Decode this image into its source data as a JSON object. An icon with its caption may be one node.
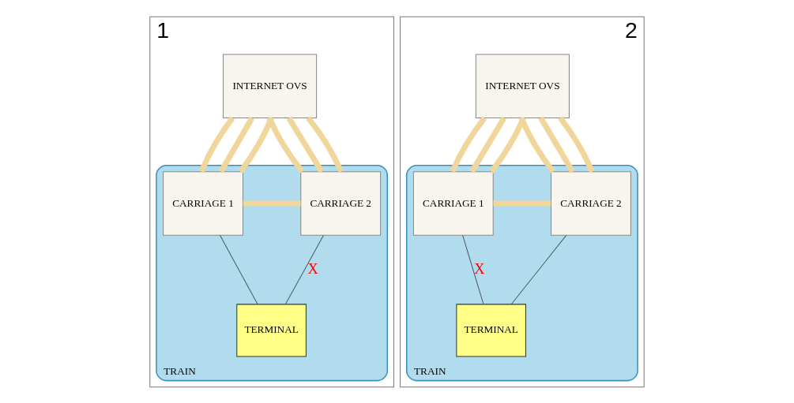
{
  "diagram": {
    "nodes": [
      {
        "text": [
          "1"
        ]
      },
      {
        "text": [
          "INTERNET OVS"
        ],
        "in": 0
      },
      {
        "text": [
          "TRAIN"
        ],
        "in": 0
      },
      {
        "text": [
          "CARRIAGE 1"
        ],
        "in": 2
      },
      {
        "text": [
          "CARRIAGE 2"
        ],
        "in": 2
      },
      {
        "text": [
          "TERMINAL"
        ],
        "in": 2
      },
      {
        "text": [
          "2"
        ]
      },
      {
        "text": [
          "INTERNET OVS"
        ],
        "in": 6
      },
      {
        "text": [
          "TRAIN"
        ],
        "in": 6
      },
      {
        "text": [
          "CARRIAGE 1"
        ],
        "in": 8
      },
      {
        "text": [
          "CARRIAGE 2"
        ],
        "in": 8
      },
      {
        "text": [
          "TERMINAL"
        ],
        "in": 8
      }
    ],
    "edges": [
      {
        "from": 1,
        "to": 3,
        "arrow": "none"
      },
      {
        "from": 1,
        "to": 3,
        "arrow": "none"
      },
      {
        "from": 1,
        "to": 3,
        "arrow": "none"
      },
      {
        "from": 1,
        "to": 4,
        "arrow": "none"
      },
      {
        "from": 1,
        "to": 4,
        "arrow": "none"
      },
      {
        "from": 1,
        "to": 4,
        "arrow": "none"
      },
      {
        "from": 3,
        "to": 4,
        "arrow": "none"
      },
      {
        "from": 3,
        "to": 5,
        "arrow": "none",
        "color": "#4d5b66"
      },
      {
        "from": 4,
        "to": 5,
        "label": "X",
        "arrow": "none",
        "color": "#4d5b66"
      },
      {
        "from": 7,
        "to": 9,
        "arrow": "none"
      },
      {
        "from": 7,
        "to": 9,
        "arrow": "none"
      },
      {
        "from": 7,
        "to": 9,
        "arrow": "none"
      },
      {
        "from": 7,
        "to": 10,
        "arrow": "none"
      },
      {
        "from": 7,
        "to": 10,
        "arrow": "none"
      },
      {
        "from": 7,
        "to": 10,
        "arrow": "none"
      },
      {
        "from": 9,
        "to": 10,
        "arrow": "none"
      },
      {
        "from": 9,
        "to": 11,
        "label": "X",
        "arrow": "none",
        "color": "#4d5b66"
      },
      {
        "from": 10,
        "to": 11,
        "arrow": "none",
        "color": "#4d5b66"
      }
    ]
  }
}
